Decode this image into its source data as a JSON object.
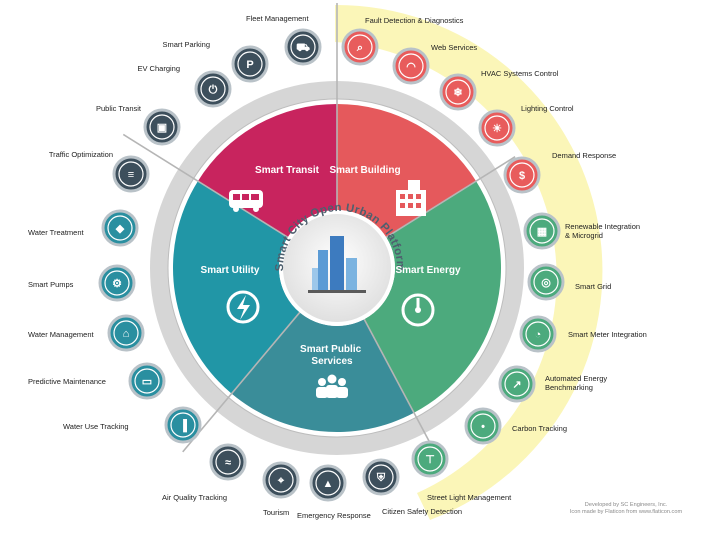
{
  "hub": {
    "title": "Smart City Open Urban Platform"
  },
  "sectors": [
    {
      "label": "Smart Transit",
      "color": "#c8245e",
      "icon": "bus-icon"
    },
    {
      "label": "Smart Building",
      "color": "#e5595c",
      "icon": "building-icon"
    },
    {
      "label": "Smart Energy",
      "color": "#4caa7d",
      "icon": "gauge-icon"
    },
    {
      "label": "Smart Public Services",
      "color": "#3a8d99",
      "icon": "people-icon"
    },
    {
      "label": "Smart Utility",
      "color": "#2196a6",
      "icon": "lightning-icon"
    }
  ],
  "nodes": [
    {
      "label": "Fleet Management",
      "icon": "truck-icon"
    },
    {
      "label": "Smart Parking",
      "icon": "parking-icon"
    },
    {
      "label": "EV Charging",
      "icon": "plug-icon"
    },
    {
      "label": "Public Transit",
      "icon": "train-icon"
    },
    {
      "label": "Traffic Optimization",
      "icon": "traffic-icon"
    },
    {
      "label": "Fault Detection & Diagnostics",
      "icon": "magnifier-icon"
    },
    {
      "label": "Web Services",
      "icon": "wifi-icon"
    },
    {
      "label": "HVAC Systems Control",
      "icon": "hvac-icon"
    },
    {
      "label": "Lighting Control",
      "icon": "lightbulb-icon"
    },
    {
      "label": "Demand Response",
      "icon": "dollar-icon"
    },
    {
      "label": "Renewable Integration & Microgrid",
      "icon": "solar-panel-icon"
    },
    {
      "label": "Smart Grid",
      "icon": "globe-icon"
    },
    {
      "label": "Smart Meter Integration",
      "icon": "meter-icon"
    },
    {
      "label": "Automated Energy Benchmarking",
      "icon": "chart-line-icon"
    },
    {
      "label": "Carbon Tracking",
      "icon": "footprint-icon"
    },
    {
      "label": "Street Light Management",
      "icon": "streetlight-icon"
    },
    {
      "label": "Citizen Safety Detection",
      "icon": "shield-icon"
    },
    {
      "label": "Emergency Response",
      "icon": "siren-icon"
    },
    {
      "label": "Tourism",
      "icon": "map-pin-icon"
    },
    {
      "label": "Air Quality Tracking",
      "icon": "wind-icon"
    },
    {
      "label": "Water Treatment",
      "icon": "drop-icon"
    },
    {
      "label": "Smart Pumps",
      "icon": "pump-icon"
    },
    {
      "label": "Water Management",
      "icon": "faucet-icon"
    },
    {
      "label": "Predictive Maintenance",
      "icon": "monitor-icon"
    },
    {
      "label": "Water Use Tracking",
      "icon": "bar-chart-icon"
    }
  ],
  "credit": {
    "line1": "Developed by SC Engineers, Inc.",
    "line2": "Icon made by Flaticon from www.flaticon.com"
  },
  "colors": {
    "highlight": "#fbf6b8",
    "outer_ring": "#d6d6d6",
    "node_fill": "#3d4f5c",
    "node_ring": "#b9c2c8"
  }
}
